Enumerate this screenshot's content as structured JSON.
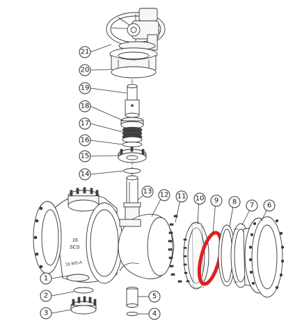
{
  "diagram": {
    "balloons": [
      {
        "num": "1"
      },
      {
        "num": "2"
      },
      {
        "num": "3"
      },
      {
        "num": "4"
      },
      {
        "num": "5"
      },
      {
        "num": "6"
      },
      {
        "num": "7"
      },
      {
        "num": "8"
      },
      {
        "num": "9"
      },
      {
        "num": "10"
      },
      {
        "num": "11"
      },
      {
        "num": "12"
      },
      {
        "num": "13"
      },
      {
        "num": "14"
      },
      {
        "num": "15"
      },
      {
        "num": "16"
      },
      {
        "num": "17"
      },
      {
        "num": "18"
      },
      {
        "num": "19"
      },
      {
        "num": "20"
      },
      {
        "num": "21"
      }
    ],
    "body_marking": {
      "line1": "16",
      "line2": "SCS",
      "line3": "15 WS-A"
    },
    "highlight_color": "#e02020"
  }
}
